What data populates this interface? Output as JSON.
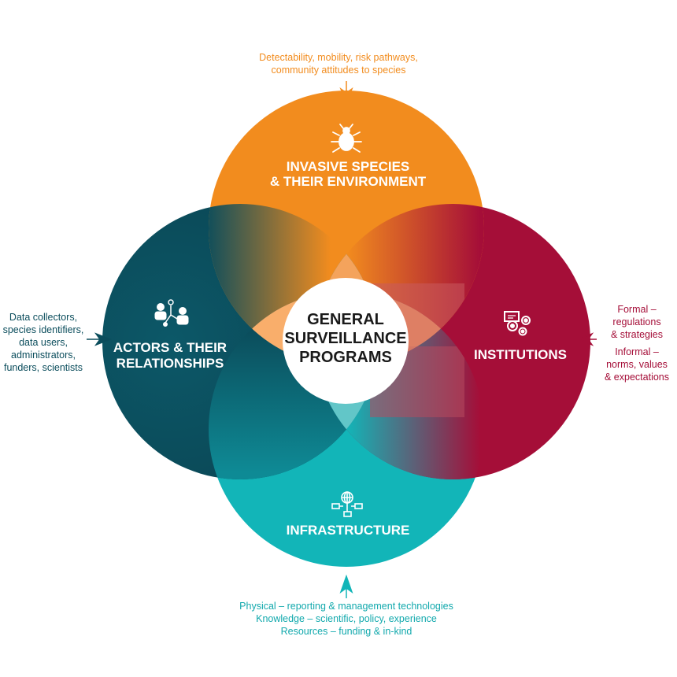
{
  "colors": {
    "orange": "#F28C1E",
    "crimson": "#A50E38",
    "teal_dark": "#0B4D5C",
    "teal_light": "#12B5B8",
    "center_fill": "#ffffff",
    "center_text": "#1a1a1a"
  },
  "circles": {
    "top": {
      "line1": "INVASIVE SPECIES",
      "line2": "& THEIR ENVIRONMENT",
      "icon": "bug-icon"
    },
    "left": {
      "line1": "ACTORS & THEIR",
      "line2": "RELATIONSHIPS",
      "icon": "people-network-icon"
    },
    "right": {
      "line1": "INSTITUTIONS",
      "icon": "gears-document-icon"
    },
    "bottom": {
      "line1": "INFRASTRUCTURE",
      "icon": "network-globe-icon"
    }
  },
  "center": {
    "line1": "GENERAL",
    "line2": "SURVEILLANCE",
    "line3": "PROGRAMS"
  },
  "notes": {
    "top": [
      "Detectability, mobility, risk pathways,",
      "community attitudes to species"
    ],
    "left": [
      "Data collectors,",
      "species identifiers,",
      "data users,",
      "administrators,",
      "funders, scientists"
    ],
    "right_formal": [
      "Formal –",
      "regulations",
      "& strategies"
    ],
    "right_informal": [
      "Informal –",
      "norms, values",
      "& expectations"
    ],
    "bottom": [
      "Physical – reporting & management technologies",
      "Knowledge – scientific, policy, experience",
      "Resources – funding & in-kind"
    ]
  }
}
